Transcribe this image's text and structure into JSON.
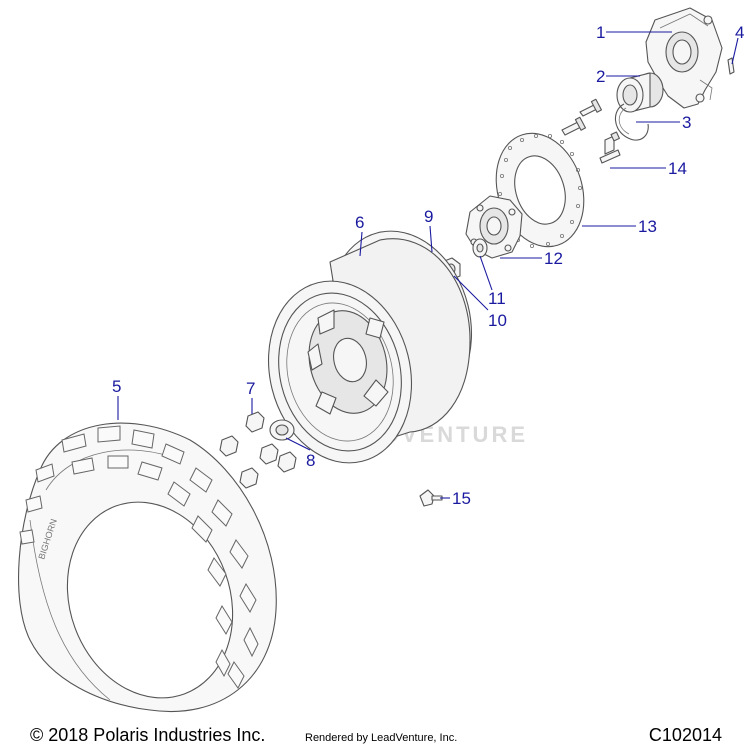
{
  "watermark": "LEADVENTURE",
  "footer": {
    "copyright": "© 2018 Polaris Industries Inc.",
    "rendered_by": "Rendered by LeadVenture, Inc.",
    "diagram_code": "C102014"
  },
  "callouts": {
    "c1": "1",
    "c2": "2",
    "c3": "3",
    "c4": "4",
    "c5": "5",
    "c6": "6",
    "c7": "7",
    "c8": "8",
    "c9": "9",
    "c10": "10",
    "c11": "11",
    "c12": "12",
    "c13": "13",
    "c14": "14",
    "c15": "15"
  },
  "tire_sidewall_text": "BIGHORN",
  "colors": {
    "callout": "#1a1aa0",
    "line": "#555555"
  }
}
